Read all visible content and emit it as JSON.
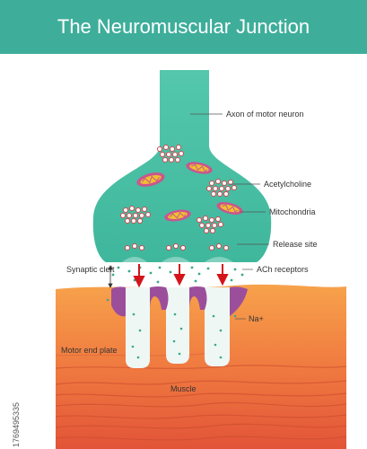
{
  "title": "The Neuromuscular Junction",
  "labels": {
    "axon": "Axon of motor neuron",
    "acetylcholine": "Acetylcholine",
    "mitochondria": "Mitochondria",
    "release_site": "Release site",
    "synaptic_cleft": "Synaptic cleft",
    "ach_receptors": "ACh receptors",
    "na": "Na+",
    "motor_end_plate": "Motor end plate",
    "muscle": "Muscle"
  },
  "watermark_id": "1769495335",
  "colors": {
    "banner": "#3eae9b",
    "neuron": "#4cc3a8",
    "muscle_top": "#f6a04a",
    "muscle_bottom": "#e2573a",
    "receptor": "#9b4f9a",
    "arrow": "#d4141a"
  }
}
